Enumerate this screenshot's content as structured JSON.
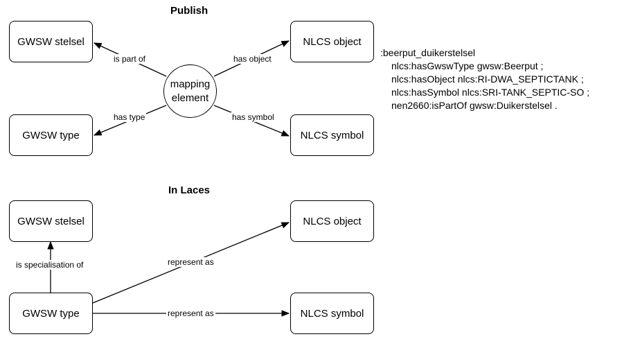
{
  "publish": {
    "title": "Publish",
    "nodes": {
      "stelsel": "GWSW stelsel",
      "type": "GWSW type",
      "object": "NLCS object",
      "symbol": "NLCS symbol",
      "mapping_line1": "mapping",
      "mapping_line2": "element"
    },
    "edges": {
      "is_part_of": "is part of",
      "has_type": "has type",
      "has_object": "has object",
      "has_symbol": "has symbol"
    }
  },
  "laces": {
    "title": "In Laces",
    "nodes": {
      "stelsel": "GWSW stelsel",
      "type": "GWSW type",
      "object": "NLCS object",
      "symbol": "NLCS symbol"
    },
    "edges": {
      "specialisation": "is specialisation of",
      "represent_object": "represent as",
      "represent_symbol": "represent as"
    }
  },
  "code": {
    "subject": ":beerput_duikerstelsel",
    "lines": [
      "nlcs:hasGwswType gwsw:Beerput ;",
      "nlcs:hasObject nlcs:RI-DWA_SEPTICTANK ;",
      "nlcs:hasSymbol nlcs:SRI-TANK_SEPTIC-SO ;",
      "nen2660:isPartOf gwsw:Duikerstelsel ."
    ]
  }
}
